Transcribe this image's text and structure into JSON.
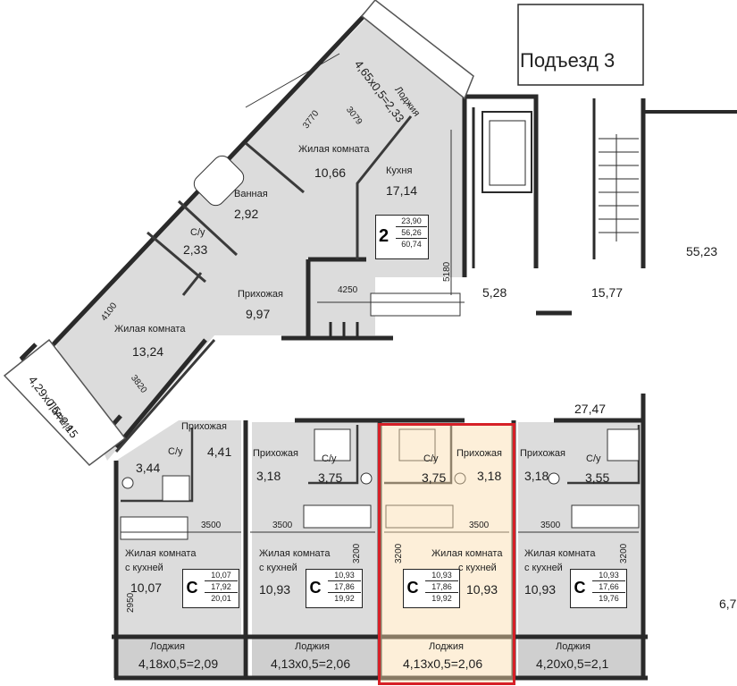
{
  "entrance": {
    "label": "Подъезд 3"
  },
  "colors": {
    "wall": "#2a2a2a",
    "unit_fill": "#d9d9d9",
    "highlight_border": "#d62027",
    "highlight_fill": "#fae6c8"
  },
  "big_apartment": {
    "rooms_count": "2",
    "table": [
      "23,90",
      "56,26",
      "60,74"
    ],
    "loggia_top": {
      "name": "Лоджия",
      "formula": "4,65x0,5=2,33"
    },
    "loggia_left": {
      "name": "Лоджия",
      "formula": "4,29x0,5=2,15"
    },
    "living1": {
      "name": "Жилая комната",
      "area": "10,66"
    },
    "kitchen": {
      "name": "Кухня",
      "area": "17,14"
    },
    "bath": {
      "name": "Ванная",
      "area": "2,92"
    },
    "wc": {
      "name": "С/у",
      "area": "2,33"
    },
    "hall": {
      "name": "Прихожая",
      "area": "9,97"
    },
    "living2": {
      "name": "Жилая комната",
      "area": "13,24"
    },
    "dims": {
      "d3770": "3770",
      "d3079": "3079",
      "d4100": "4100",
      "d3820": "3820",
      "d4250": "4250",
      "d5180": "5180"
    }
  },
  "common": {
    "a528": "5,28",
    "a1577": "15,77",
    "a5523": "55,23",
    "a2747": "27,47",
    "a67": "6,7"
  },
  "studios": [
    {
      "hall_name": "Прихожая",
      "hall_area": "4,41",
      "wc_name": "С/у",
      "wc_area": "3,44",
      "room_name": "Жилая комната",
      "room_sub": "с кухней",
      "room_area": "10,07",
      "type": "С",
      "table": [
        "10,07",
        "17,92",
        "20,01"
      ],
      "dim_w": "3500",
      "dim_h": "2950",
      "loggia_name": "Лоджия",
      "loggia_formula": "4,18x0,5=2,09"
    },
    {
      "hall_name": "Прихожая",
      "hall_area": "3,18",
      "wc_name": "С/у",
      "wc_area": "3,75",
      "room_name": "Жилая комната",
      "room_sub": "с кухней",
      "room_area": "10,93",
      "type": "С",
      "table": [
        "10,93",
        "17,86",
        "19,92"
      ],
      "dim_w": "3500",
      "dim_h": "3200",
      "loggia_name": "Лоджия",
      "loggia_formula": "4,13x0,5=2,06"
    },
    {
      "hall_name": "Прихожая",
      "hall_area": "3,18",
      "wc_name": "С/у",
      "wc_area": "3,75",
      "room_name": "Жилая комната",
      "room_sub": "с кухней",
      "room_area": "10,93",
      "type": "С",
      "table": [
        "10,93",
        "17,86",
        "19,92"
      ],
      "dim_w": "3500",
      "dim_h": "3200",
      "loggia_name": "Лоджия",
      "loggia_formula": "4,13x0,5=2,06"
    },
    {
      "hall_name": "Прихожая",
      "hall_area": "3,18",
      "wc_name": "С/у",
      "wc_area": "3,55",
      "room_name": "Жилая комната",
      "room_sub": "с кухней",
      "room_area": "10,93",
      "type": "С",
      "table": [
        "10,93",
        "17,66",
        "19,76"
      ],
      "dim_w": "3500",
      "dim_h": "3200",
      "loggia_name": "Лоджия",
      "loggia_formula": "4,20x0,5=2,1"
    }
  ]
}
